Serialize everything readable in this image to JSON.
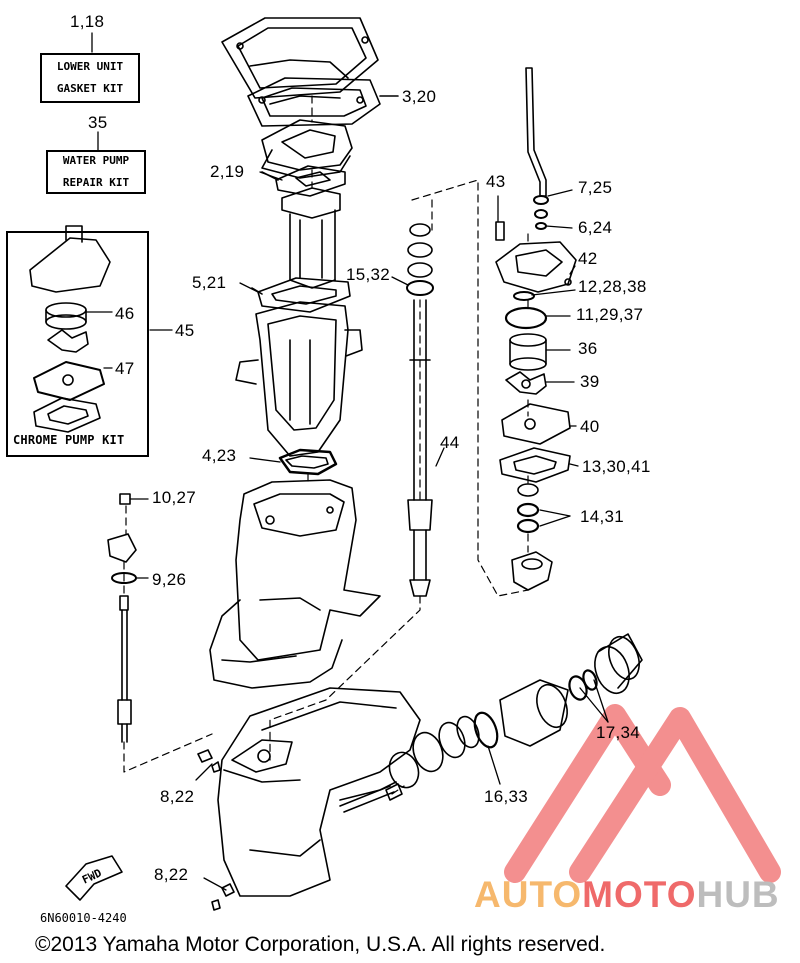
{
  "kits": {
    "gasket": {
      "ref": "1,18",
      "line1": "LOWER UNIT",
      "line2": "GASKET KIT"
    },
    "water_pump": {
      "ref": "35",
      "line1": "WATER PUMP",
      "line2": "REPAIR KIT"
    },
    "chrome": {
      "ref": "45",
      "title": "CHROME PUMP KIT"
    }
  },
  "callouts": {
    "c3_20": "3,20",
    "c2_19": "2,19",
    "c5_21": "5,21",
    "c4_23": "4,23",
    "c10_27": "10,27",
    "c9_26": "9,26",
    "c8_22a": "8,22",
    "c8_22b": "8,22",
    "c15_32": "15,32",
    "c44": "44",
    "c43": "43",
    "c7_25": "7,25",
    "c6_24": "6,24",
    "c42": "42",
    "c12_28_38": "12,28,38",
    "c11_29_37": "11,29,37",
    "c36": "36",
    "c39": "39",
    "c40": "40",
    "c13_30_41": "13,30,41",
    "c14_31": "14,31",
    "c17_34": "17,34",
    "c16_33": "16,33",
    "c46": "46",
    "c47": "47"
  },
  "fwd": "FWD",
  "part_code": "6N60010-4240",
  "copyright": "©2013 Yamaha Motor Corporation, U.S.A. All rights reserved.",
  "watermark": {
    "part1": "AUTO",
    "part2": "MOTO",
    "part3": "HUB",
    "colors": {
      "part1": "#f6b86d",
      "part2": "#ef6a6a",
      "part3": "#bdbdbd",
      "triangle": "#ef6a6a"
    }
  }
}
